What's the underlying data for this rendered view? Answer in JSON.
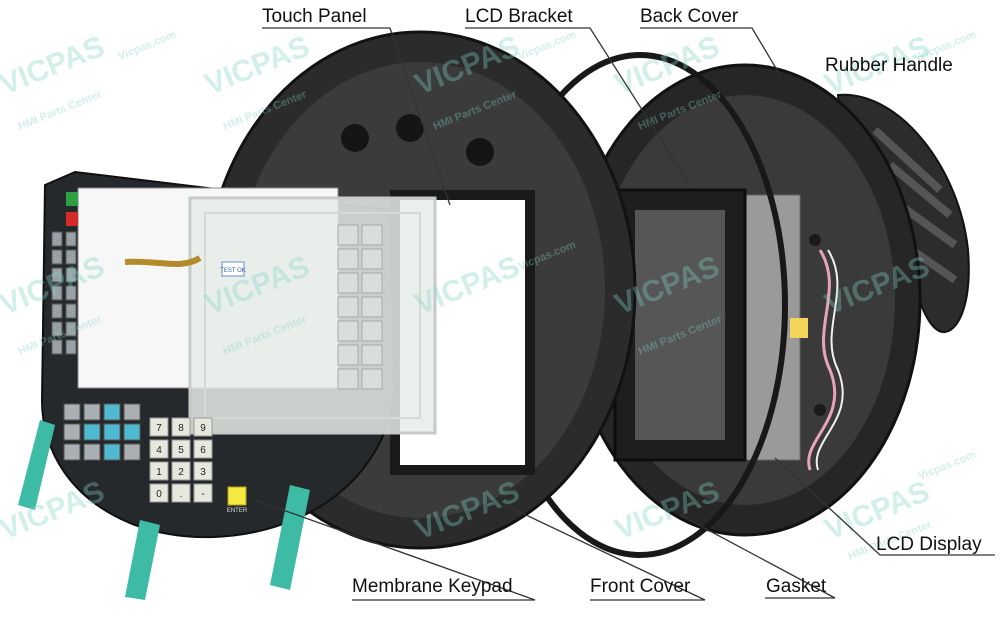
{
  "labels": {
    "touch_panel": "Touch Panel",
    "lcd_bracket": "LCD Bracket",
    "back_cover": "Back Cover",
    "rubber_handle": "Rubber Handle",
    "lcd_display": "LCD Display",
    "membrane_keypad": "Membrane Keypad",
    "front_cover": "Front Cover",
    "gasket": "Gasket"
  },
  "watermark": {
    "brand": "VICPAS",
    "tagline": "HMI Parts Center",
    "site": "Vicpas.com"
  },
  "touch_sticker": "TEST OK",
  "keypad": {
    "numeric_keys": [
      "7",
      "8",
      "9",
      "4",
      "5",
      "6",
      "1",
      "2",
      "3",
      "0",
      ".",
      "-"
    ],
    "enter_label": "ENTER"
  }
}
